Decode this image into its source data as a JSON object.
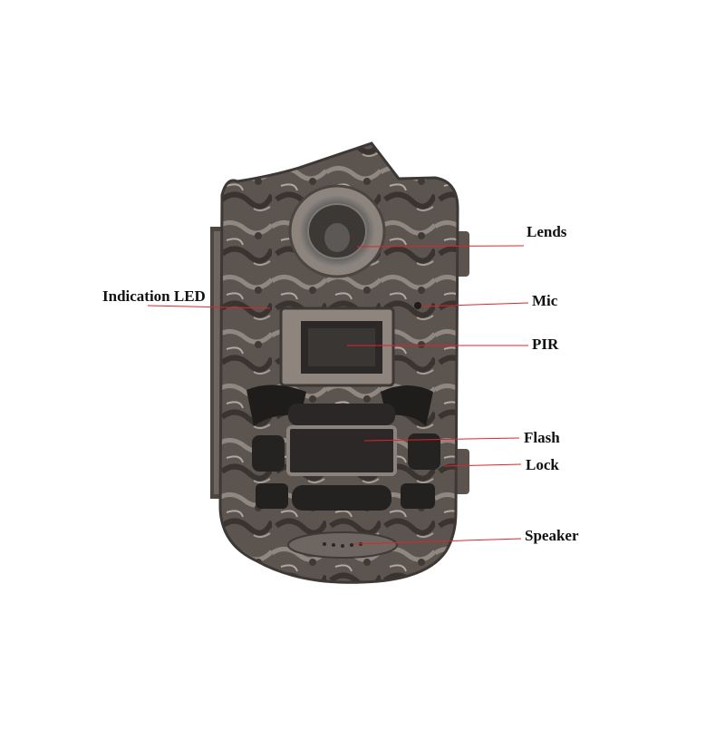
{
  "labels": {
    "lends": "Lends",
    "indication_led": "Indication LED",
    "mic": "Mic",
    "pir": "PIR",
    "flash": "Flash",
    "lock": "Lock",
    "speaker": "Speaker"
  },
  "colors": {
    "leader_line": "#e0242a",
    "camo_dark": "#3e3835",
    "camo_mid": "#6a625c",
    "camo_light": "#a49c95",
    "glass": "#2a2828",
    "label_text": "#111111"
  }
}
